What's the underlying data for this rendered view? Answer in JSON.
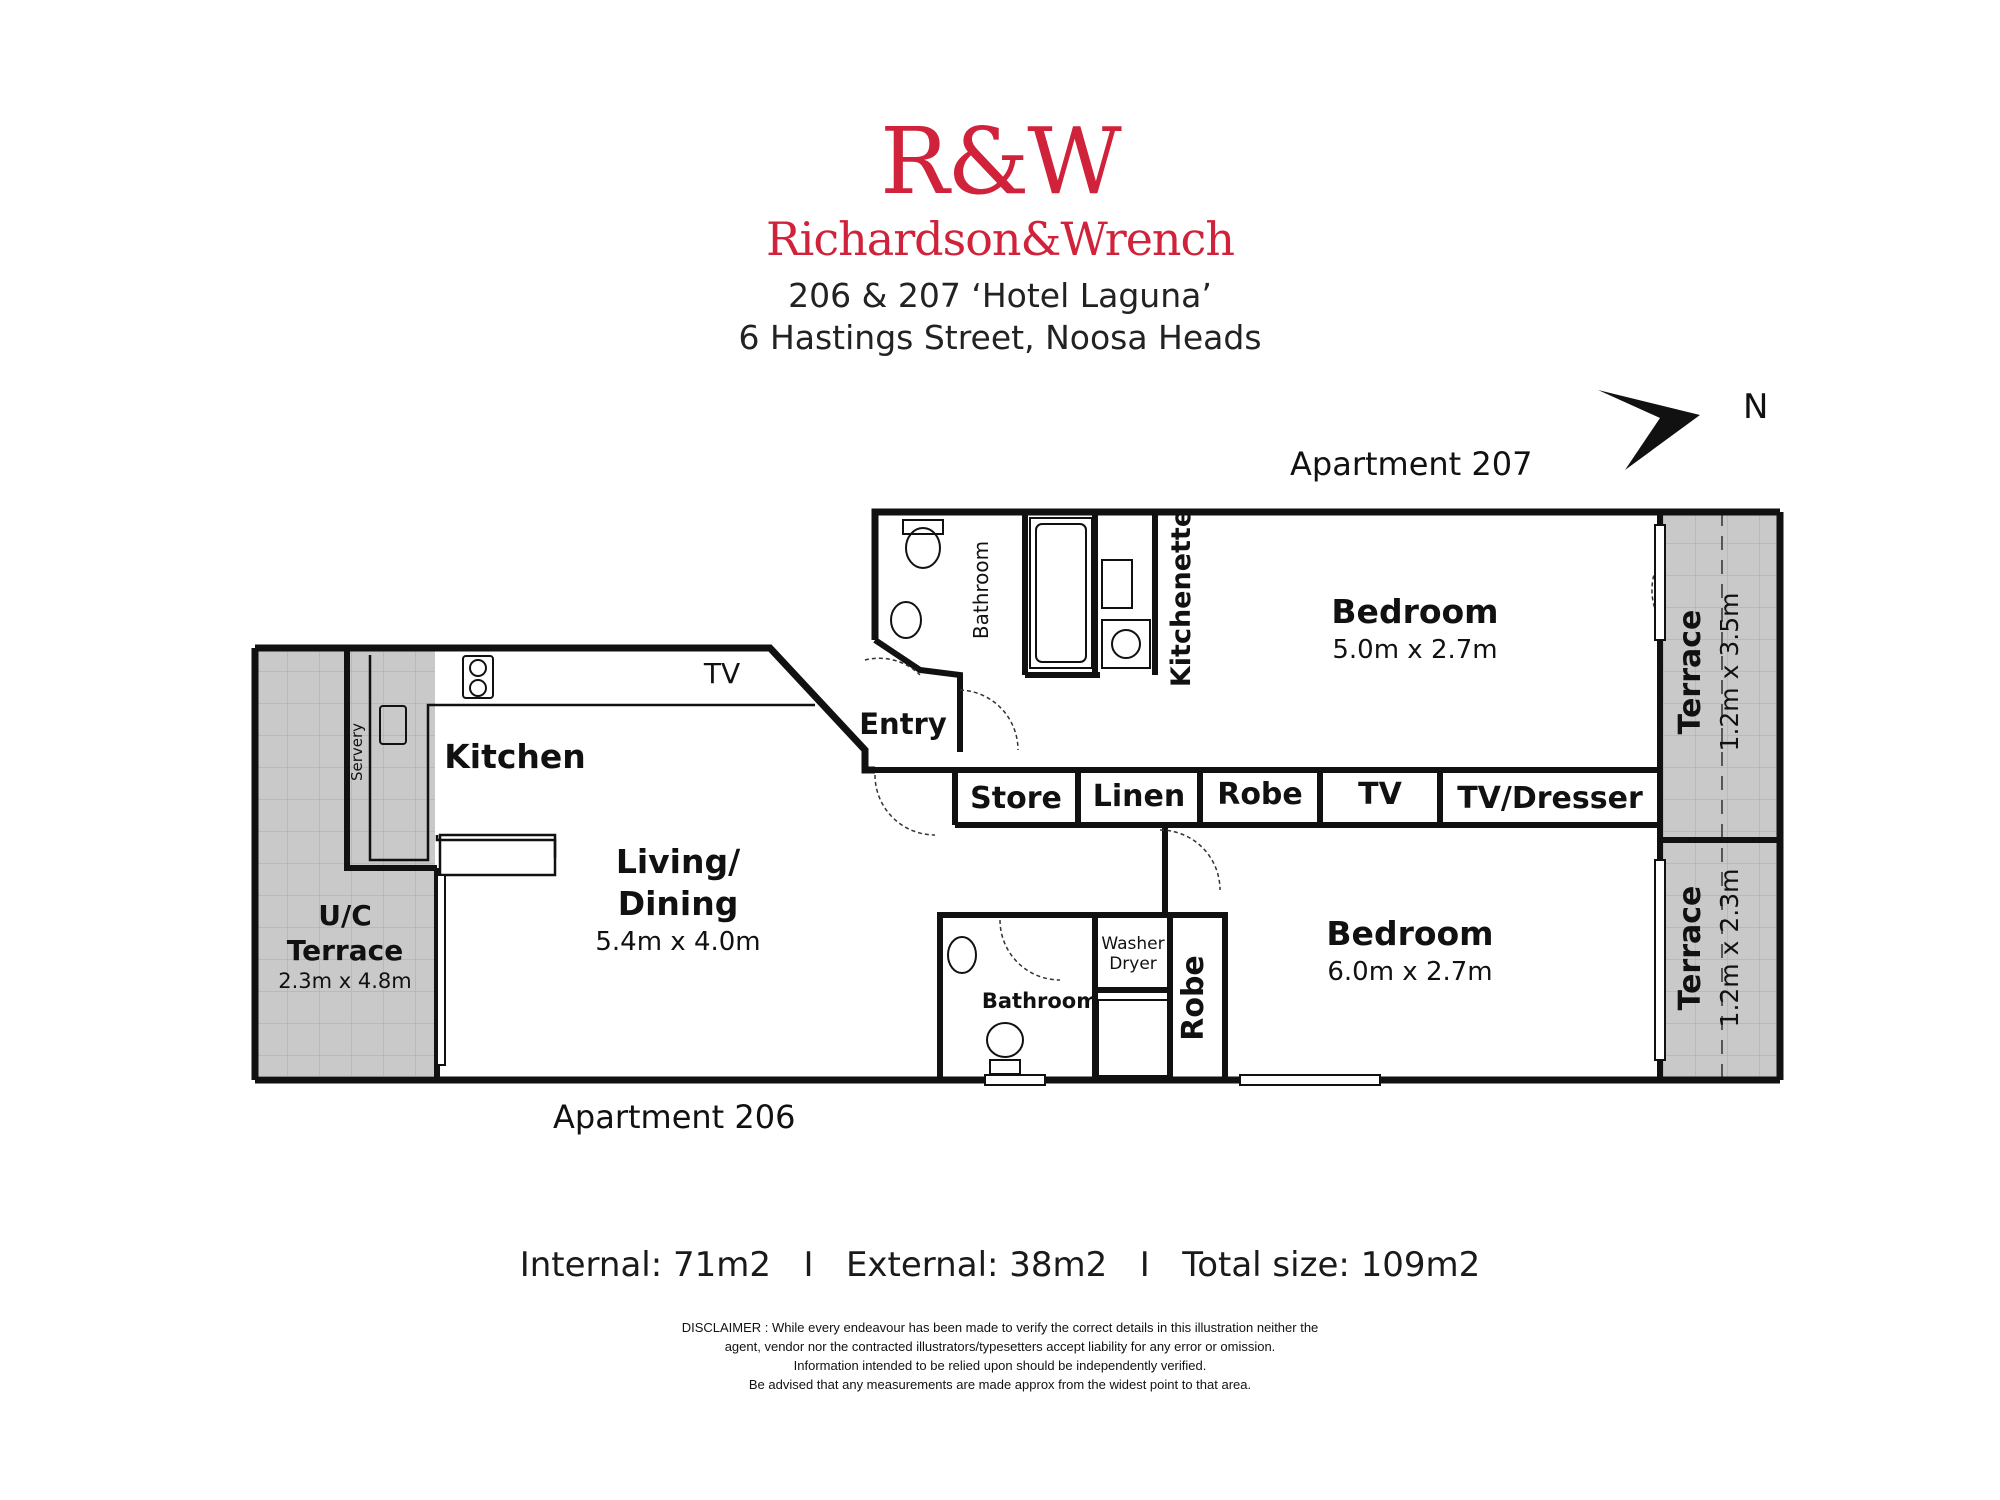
{
  "brand": {
    "mark": "R&W",
    "name": "Richardson&Wrench",
    "color": "#d0223a"
  },
  "property": {
    "line1": "206 & 207 ‘Hotel Laguna’",
    "line2": "6 Hastings Street, Noosa Heads"
  },
  "compass": {
    "label": "N",
    "icon": "north-arrow-icon"
  },
  "neighbours": {
    "north": "Apartment 207",
    "south": "Apartment 206"
  },
  "rooms": {
    "bedroom1": {
      "name": "Bedroom",
      "size": "5.0m x 2.7m"
    },
    "bedroom2": {
      "name": "Bedroom",
      "size": "6.0m x 2.7m"
    },
    "living": {
      "name_line1": "Living/",
      "name_line2": "Dining",
      "size": "5.4m x 4.0m"
    },
    "kitchen": "Kitchen",
    "servery": "Servery",
    "entry": "Entry",
    "bathroom_top": "Bathroom",
    "bathroom_bottom": "Bathroom",
    "kitchenette": "Kitchenette",
    "store": "Store",
    "linen": "Linen",
    "robe_top": "Robe",
    "robe_bottom": "Robe",
    "tv_storage": "TV",
    "tv_dresser": "TV/Dresser",
    "tv_living": "TV",
    "washer": "Washer",
    "dryer": "Dryer",
    "uc_terrace": {
      "line1": "U/C",
      "line2": "Terrace",
      "size": "2.3m x 4.8m"
    },
    "terrace_upper": {
      "name": "Terrace",
      "size": "1.2m x 3.5m"
    },
    "terrace_lower": {
      "name": "Terrace",
      "size": "1.2m x 2.3m"
    }
  },
  "sizes": {
    "internal_label": "Internal:",
    "internal_value": "71m2",
    "external_label": "External:",
    "external_value": "38m2",
    "total_label": "Total size:",
    "total_value": "109m2",
    "separator": "I"
  },
  "disclaimer": [
    "DISCLAIMER : While every endeavour has been made to verify the correct details in this illustration neither the",
    "agent, vendor nor the contracted illustrators/typesetters accept liability for any error or omission.",
    "Information intended to be relied upon should be independently verified.",
    "Be advised that any measurements are made approx from the widest point to that area."
  ]
}
